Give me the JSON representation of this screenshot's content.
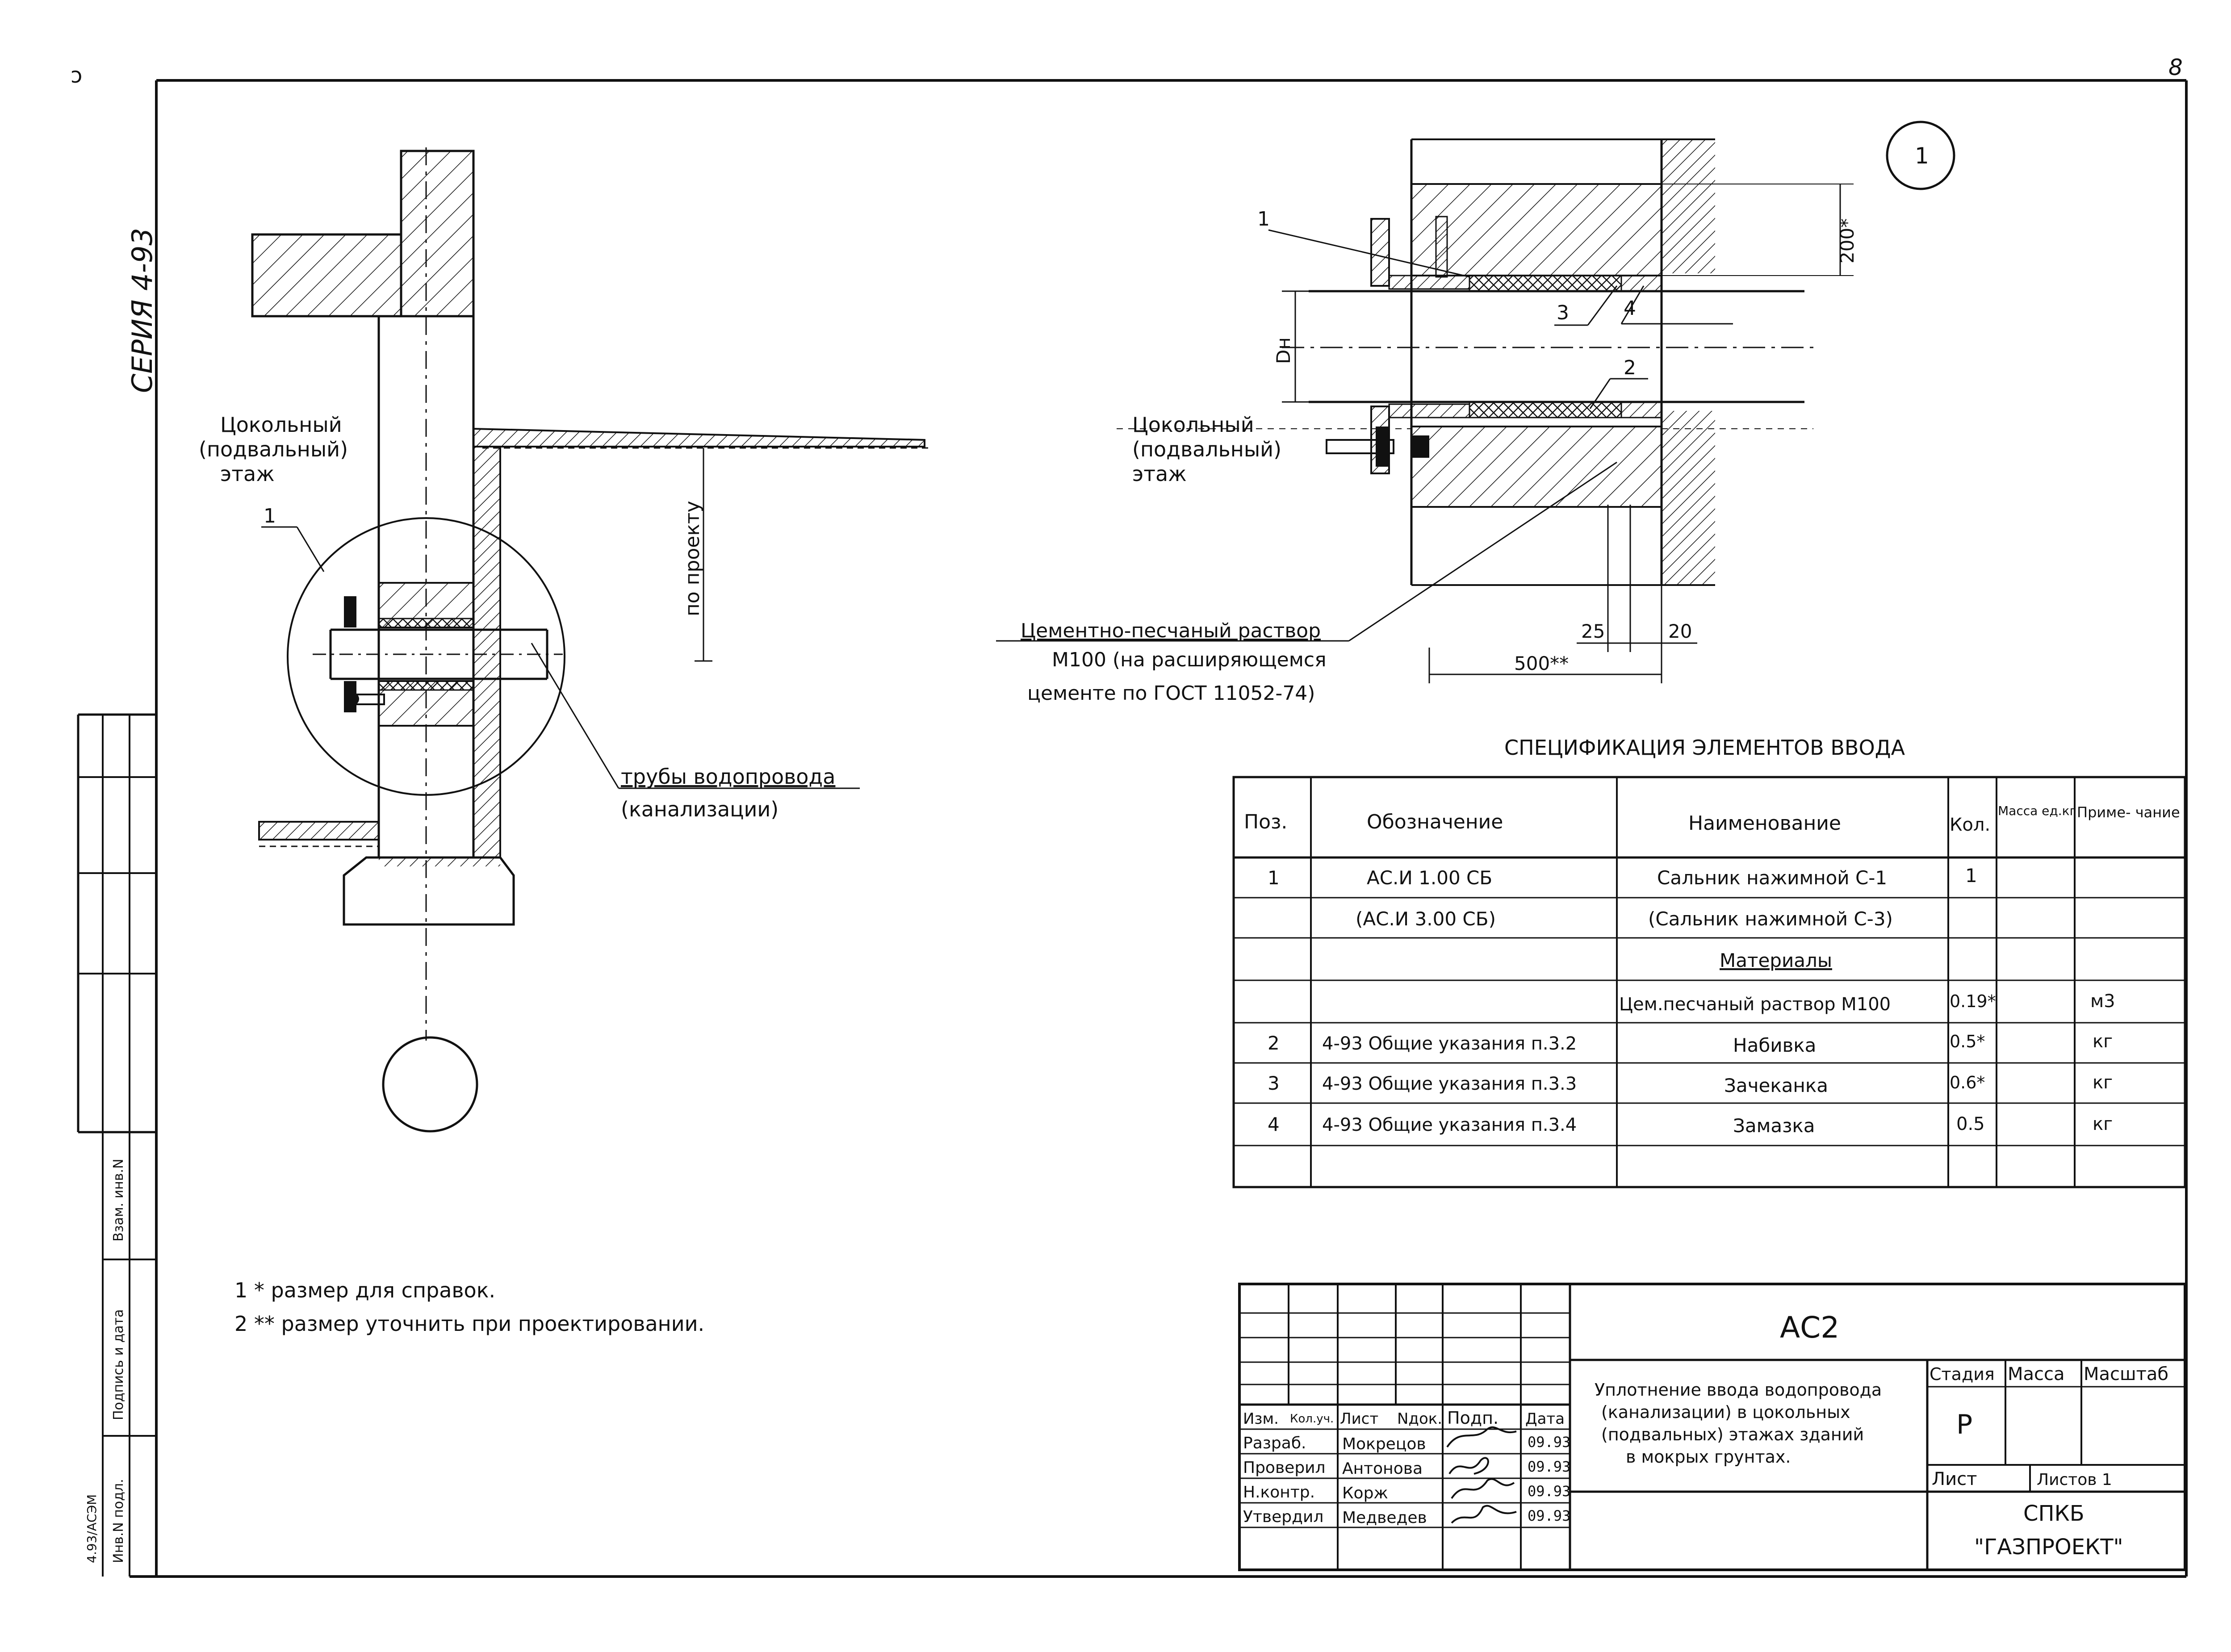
{
  "sheet": {
    "page_number": "8",
    "series": "СЕРИЯ 4-93",
    "detail_mark": "1",
    "corner_stub": "ɔ"
  },
  "left_view": {
    "floor_label": [
      "Цокольный",
      "(подвальный)",
      "этаж"
    ],
    "callout_1": "1",
    "dim_po_proektu": "по проекту",
    "pipes_label": [
      "трубы водопровода",
      "(канализации)"
    ]
  },
  "right_view": {
    "floor_label": [
      "Цокольный",
      "(подвальный)",
      "этаж"
    ],
    "callouts": [
      "1",
      "2",
      "3",
      "4"
    ],
    "dim_200": "200*",
    "dim_dn": "Dн",
    "dim_25": "25",
    "dim_20": "20",
    "dim_500": "500**",
    "mortar_label": [
      "Цементно-песчаный раствор",
      "М100 (на расширяющемся",
      "цементе по ГОСТ 11052-74)"
    ]
  },
  "spec": {
    "title": "СПЕЦИФИКАЦИЯ ЭЛЕМЕНТОВ ВВОДА",
    "headers": [
      "Поз.",
      "Обозначение",
      "Наименование",
      "Кол.",
      "Масса ед.кг",
      "Приме- чание"
    ],
    "rows": [
      [
        "1",
        "АС.И 1.00 СБ",
        "Сальник нажимной С-1",
        "1",
        "",
        ""
      ],
      [
        "",
        "(АС.И 3.00 СБ)",
        "(Сальник нажимной С-3)",
        "",
        "",
        ""
      ],
      [
        "",
        "",
        "Материалы",
        "",
        "",
        ""
      ],
      [
        "",
        "",
        "Цем.песчаный раствор М100",
        "0.19*",
        "",
        "м3"
      ],
      [
        "2",
        "4-93 Общие указания п.3.2",
        "Набивка",
        "0.5*",
        "",
        "кг"
      ],
      [
        "3",
        "4-93 Общие указания п.3.3",
        "Зачеканка",
        "0.6*",
        "",
        "кг"
      ],
      [
        "4",
        "4-93 Общие указания п.3.4",
        "Замазка",
        "0.5",
        "",
        "кг"
      ],
      [
        "",
        "",
        "",
        "",
        "",
        ""
      ]
    ]
  },
  "notes": [
    "1 * размер для справок.",
    "2 ** размер уточнить при проектировании."
  ],
  "title_block": {
    "code": "АС2",
    "description": [
      "Уплотнение ввода водопровода",
      "(канализации) в цокольных",
      "(подвальных) этажах зданий",
      "в мокрых грунтах."
    ],
    "col_headers": [
      "Изм.",
      "Кол.уч.",
      "Лист",
      "Nдок.",
      "Подп.",
      "Дата"
    ],
    "people": [
      {
        "role": "Разраб.",
        "name": "Мокрецов",
        "date": "09.93"
      },
      {
        "role": "Проверил",
        "name": "Антонова",
        "date": "09.93"
      },
      {
        "role": "Н.контр.",
        "name": "Корж",
        "date": "09.93"
      },
      {
        "role": "Утвердил",
        "name": "Медведев",
        "date": "09.93"
      }
    ],
    "stage_label": "Стадия",
    "mass_label": "Масса",
    "scale_label": "Масштаб",
    "stage_value": "Р",
    "sheet_label": "Лист",
    "sheets_label": "Листов 1",
    "org": [
      "СПКБ",
      "\"ГАЗПРОЕКТ\""
    ]
  },
  "side_stamp": {
    "labels": [
      "Взам. инв.N",
      "Подпись и дата",
      "Инв.N подл."
    ],
    "archive": "4.93/АСЭМ"
  }
}
